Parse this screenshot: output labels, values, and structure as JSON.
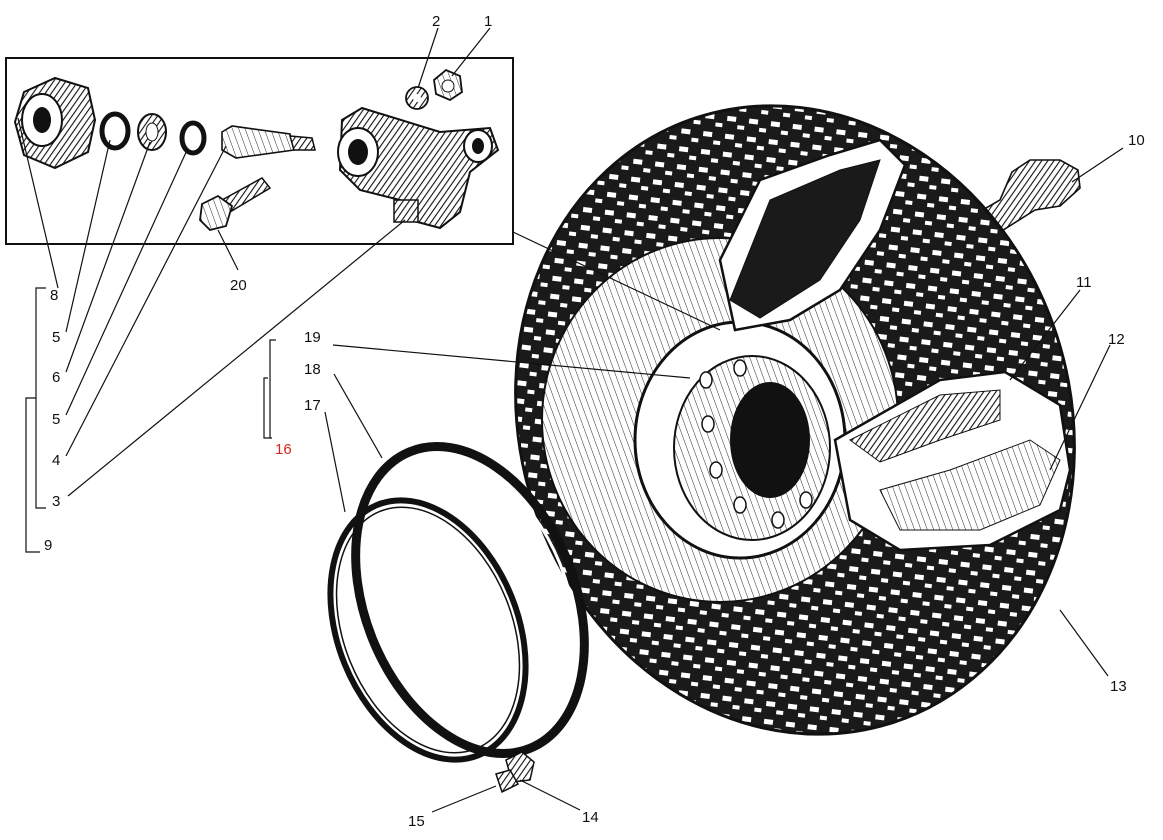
{
  "diagram": {
    "accent_color": "#d9261c",
    "ink_color": "#111111",
    "labels": {
      "l1": "1",
      "l2": "2",
      "l3": "3",
      "l4": "4",
      "l5a": "5",
      "l5b": "5",
      "l6": "6",
      "l8": "8",
      "l9": "9",
      "l10": "10",
      "l11": "11",
      "l12": "12",
      "l13": "13",
      "l14": "14",
      "l15": "15",
      "l16": "16",
      "l17": "17",
      "l18": "18",
      "l19": "19",
      "l20": "20"
    }
  }
}
